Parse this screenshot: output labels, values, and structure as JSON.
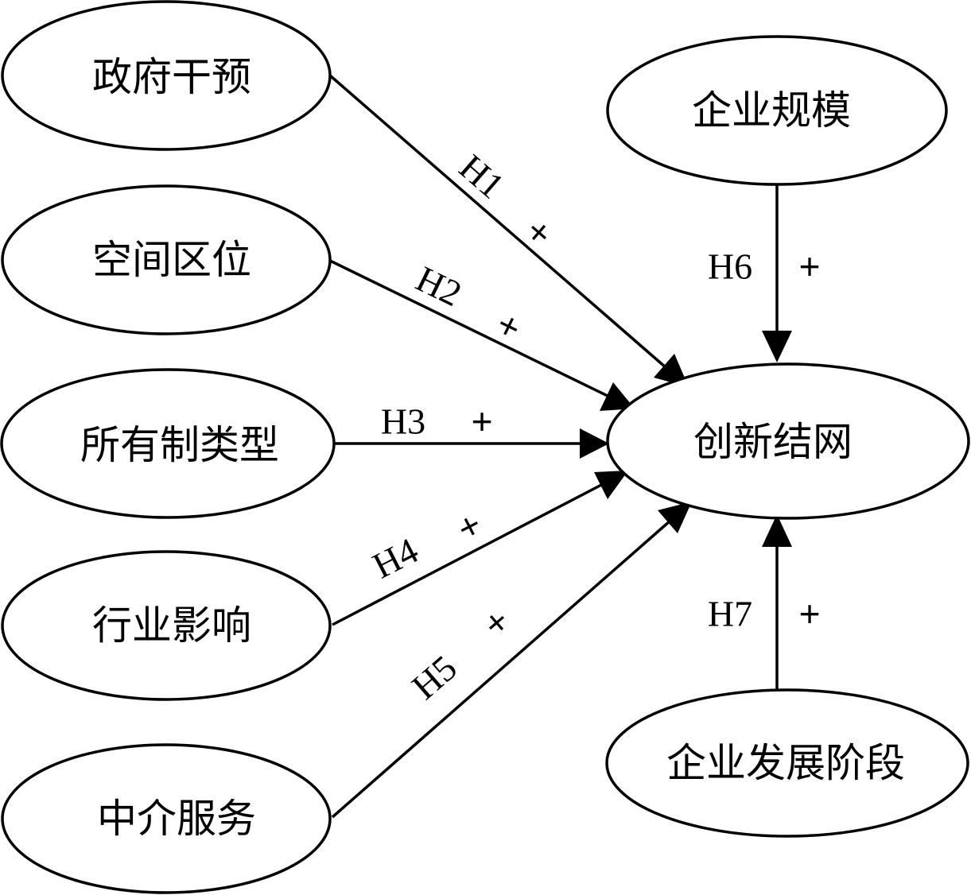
{
  "nodes": {
    "gov": {
      "label": "政府干预"
    },
    "location": {
      "label": "空间区位"
    },
    "ownership": {
      "label": "所有制类型"
    },
    "industry": {
      "label": "行业影响"
    },
    "intermediary": {
      "label": "中介服务"
    },
    "size": {
      "label": "企业规模"
    },
    "network": {
      "label": "创新结网"
    },
    "stage": {
      "label": "企业发展阶段"
    }
  },
  "edges": [
    {
      "from": "gov",
      "to": "network",
      "hypothesis": "H1",
      "sign": "+"
    },
    {
      "from": "location",
      "to": "network",
      "hypothesis": "H2",
      "sign": "+"
    },
    {
      "from": "ownership",
      "to": "network",
      "hypothesis": "H3",
      "sign": "+"
    },
    {
      "from": "industry",
      "to": "network",
      "hypothesis": "H4",
      "sign": "+"
    },
    {
      "from": "intermediary",
      "to": "network",
      "hypothesis": "H5",
      "sign": "+"
    },
    {
      "from": "size",
      "to": "network",
      "hypothesis": "H6",
      "sign": "+"
    },
    {
      "from": "stage",
      "to": "network",
      "hypothesis": "H7",
      "sign": "+"
    }
  ]
}
